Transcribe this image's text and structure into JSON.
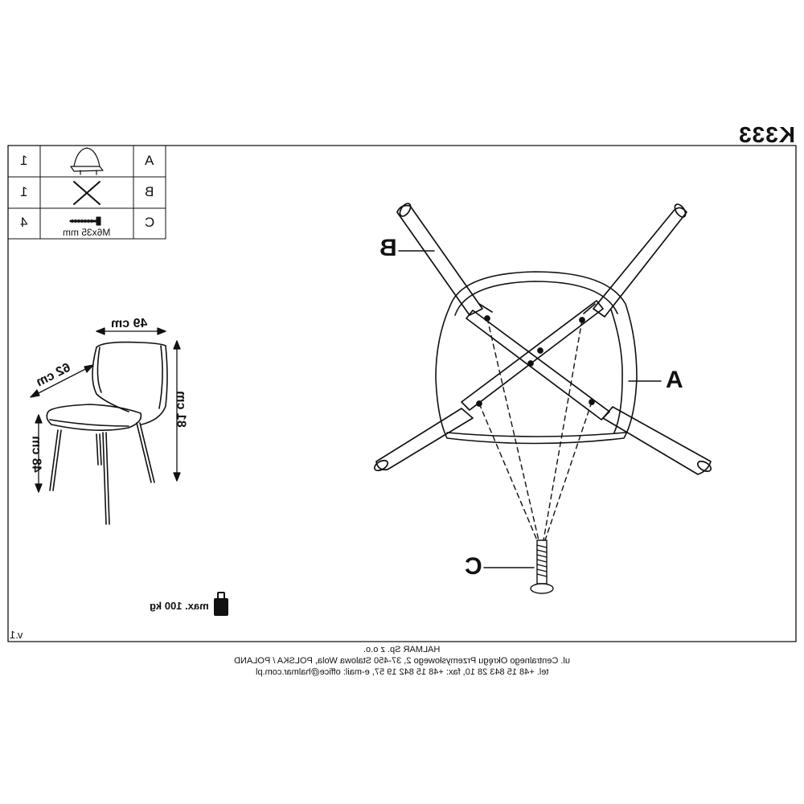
{
  "model": "K333",
  "parts": [
    {
      "letter": "A",
      "qty": "1",
      "icon": "seat-shell-icon"
    },
    {
      "letter": "B",
      "qty": "1",
      "icon": "cross-legs-icon"
    },
    {
      "letter": "C",
      "qty": "4",
      "icon": "bolt-icon",
      "spec": "M6x35 mm"
    }
  ],
  "dimensions": {
    "width": "49 cm",
    "depth": "62 cm",
    "height": "81 cm",
    "seat_height": "48 cm"
  },
  "callouts": {
    "a": "A",
    "b": "B",
    "c": "C"
  },
  "max_load": "max. 100 kg",
  "version": "v.1",
  "footer": {
    "company": "HALMAR Sp. z o.o.",
    "address": "ul. Centralnego Okręgu Przemysłowego 2, 37-450 Stalowa Wola, POLSKA / POLAND",
    "contact": "tel. +48 15 843 28 10, fax: +48 15 842 19 57, e-mail: office@halmar.com.pl"
  }
}
